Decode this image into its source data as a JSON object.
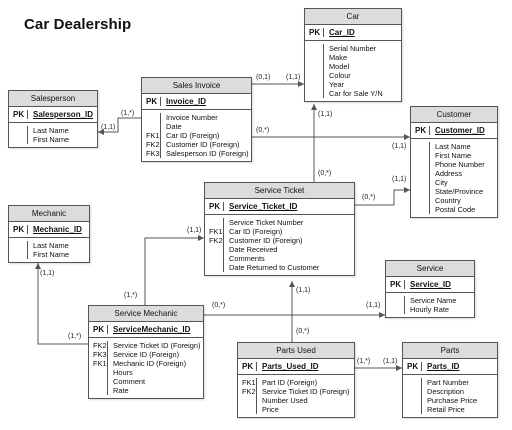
{
  "title": "Car Dealership",
  "entities": {
    "car": {
      "name": "Car",
      "pk_tag": "PK",
      "pk": "Car_ID",
      "keys": [
        "",
        "",
        "",
        "",
        "",
        ""
      ],
      "fields": [
        "Serial Number",
        "Make",
        "Model",
        "Colour",
        "Year",
        "Car for Sale Y/N"
      ]
    },
    "sales_invoice": {
      "name": "Sales Invoice",
      "pk_tag": "PK",
      "pk": "Invoice_ID",
      "keys": [
        "",
        "",
        "FK1",
        "FK2",
        "FK3"
      ],
      "fields": [
        "Invoice Number",
        "Date",
        "Car ID (Foreign)",
        "Customer ID (Foreign)",
        "Salesperson ID (Foreign)"
      ]
    },
    "salesperson": {
      "name": "Salesperson",
      "pk_tag": "PK",
      "pk": "Salesperson_ID",
      "keys": [
        "",
        ""
      ],
      "fields": [
        "Last Name",
        "First Name"
      ]
    },
    "customer": {
      "name": "Customer",
      "pk_tag": "PK",
      "pk": "Customer_ID",
      "keys": [
        "",
        "",
        "",
        "",
        "",
        "",
        "",
        ""
      ],
      "fields": [
        "Last Name",
        "First Name",
        "Phone Number",
        "Address",
        "City",
        "State/Province",
        "Country",
        "Postal Code"
      ]
    },
    "service_ticket": {
      "name": "Service Ticket",
      "pk_tag": "PK",
      "pk": "Service_Ticket_ID",
      "keys": [
        "",
        "FK1",
        "FK2",
        "",
        "",
        ""
      ],
      "fields": [
        "Service Ticket Number",
        "Car ID (Foreign)",
        "Customer ID (Foreign)",
        "Date Received",
        "Comments",
        "Date Returned to Customer"
      ]
    },
    "mechanic": {
      "name": "Mechanic",
      "pk_tag": "PK",
      "pk": "Mechanic_ID",
      "keys": [
        "",
        ""
      ],
      "fields": [
        "Last Name",
        "First Name"
      ]
    },
    "service": {
      "name": "Service",
      "pk_tag": "PK",
      "pk": "Service_ID",
      "keys": [
        "",
        ""
      ],
      "fields": [
        "Service Name",
        "Hourly Rate"
      ]
    },
    "service_mechanic": {
      "name": "Service Mechanic",
      "pk_tag": "PK",
      "pk": "ServiceMechanic_ID",
      "keys": [
        "FK2",
        "FK3",
        "FK1",
        "",
        "",
        ""
      ],
      "fields": [
        "Service Ticket ID (Foreign)",
        "Service ID (Foreign)",
        "Mechanic ID (Foreign)",
        "Hours",
        "Comment",
        "Rate"
      ]
    },
    "parts_used": {
      "name": "Parts Used",
      "pk_tag": "PK",
      "pk": "Parts_Used_ID",
      "keys": [
        "FK1",
        "FK2",
        "",
        ""
      ],
      "fields": [
        "Part ID (Foreign)",
        "Service Ticket ID (Foreign)",
        "Number Used",
        "Price"
      ]
    },
    "parts": {
      "name": "Parts",
      "pk_tag": "PK",
      "pk": "Parts_ID",
      "keys": [
        "",
        "",
        "",
        ""
      ],
      "fields": [
        "Part Number",
        "Description",
        "Purchase Price",
        "Retail Price"
      ]
    }
  },
  "cardinalities": {
    "invoice_car": "(0,1)",
    "car_invoice": "(1,1)",
    "invoice_salesperson": "(1,*)",
    "salesperson_invoice": "(1,1)",
    "invoice_customer": "(0,*)",
    "customer_invoice": "(1,1)",
    "car_ticket": "(1,1)",
    "ticket_car": "(0,*)",
    "ticket_customer": "(0,*)",
    "customer_ticket": "(1,1)",
    "ticket_sm": "(1,1)",
    "sm_ticket": "(1,*)",
    "mechanic_sm": "(1,1)",
    "sm_mechanic": "(1,*)",
    "sm_service": "(0,*)",
    "service_sm": "(1,1)",
    "ticket_parts_used": "(1,1)",
    "parts_used_ticket": "(0,*)",
    "parts_used_parts": "(1,*)",
    "parts_parts_used": "(1,1)"
  }
}
